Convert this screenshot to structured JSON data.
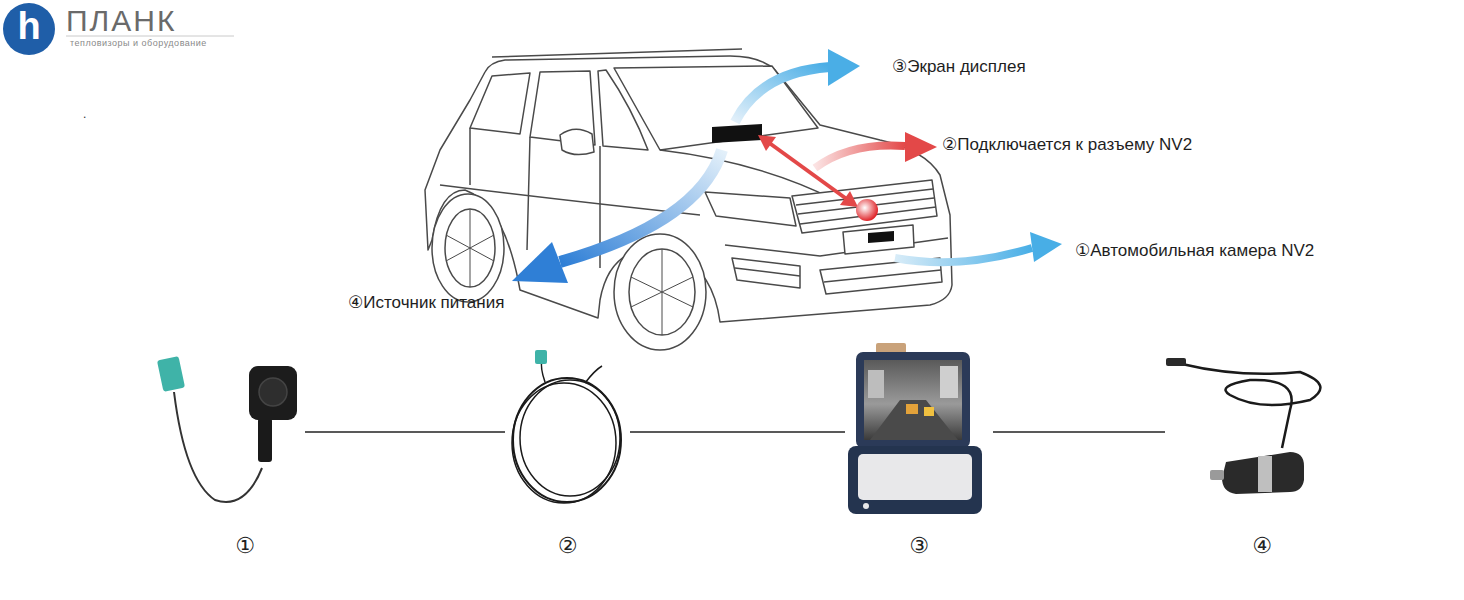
{
  "diagram": {
    "nodes": [
      {
        "text": [
          "①"
        ]
      },
      {
        "text": [
          "②"
        ]
      },
      {
        "text": [
          "③"
        ]
      },
      {
        "text": [
          "④"
        ]
      }
    ],
    "edges": [
      {
        "from": 0,
        "to": 1,
        "arrow": "none"
      },
      {
        "from": 1,
        "to": 2,
        "arrow": "none"
      },
      {
        "from": 2,
        "to": 3,
        "arrow": "none"
      }
    ],
    "labels": [
      "h",
      "ПЛАНК",
      "тепловизоры и оборудование",
      ".",
      "③Экран дисплея",
      "②Подключается к разъему NV2",
      "①Автомобильная камера NV2",
      "④Источник питания"
    ]
  }
}
